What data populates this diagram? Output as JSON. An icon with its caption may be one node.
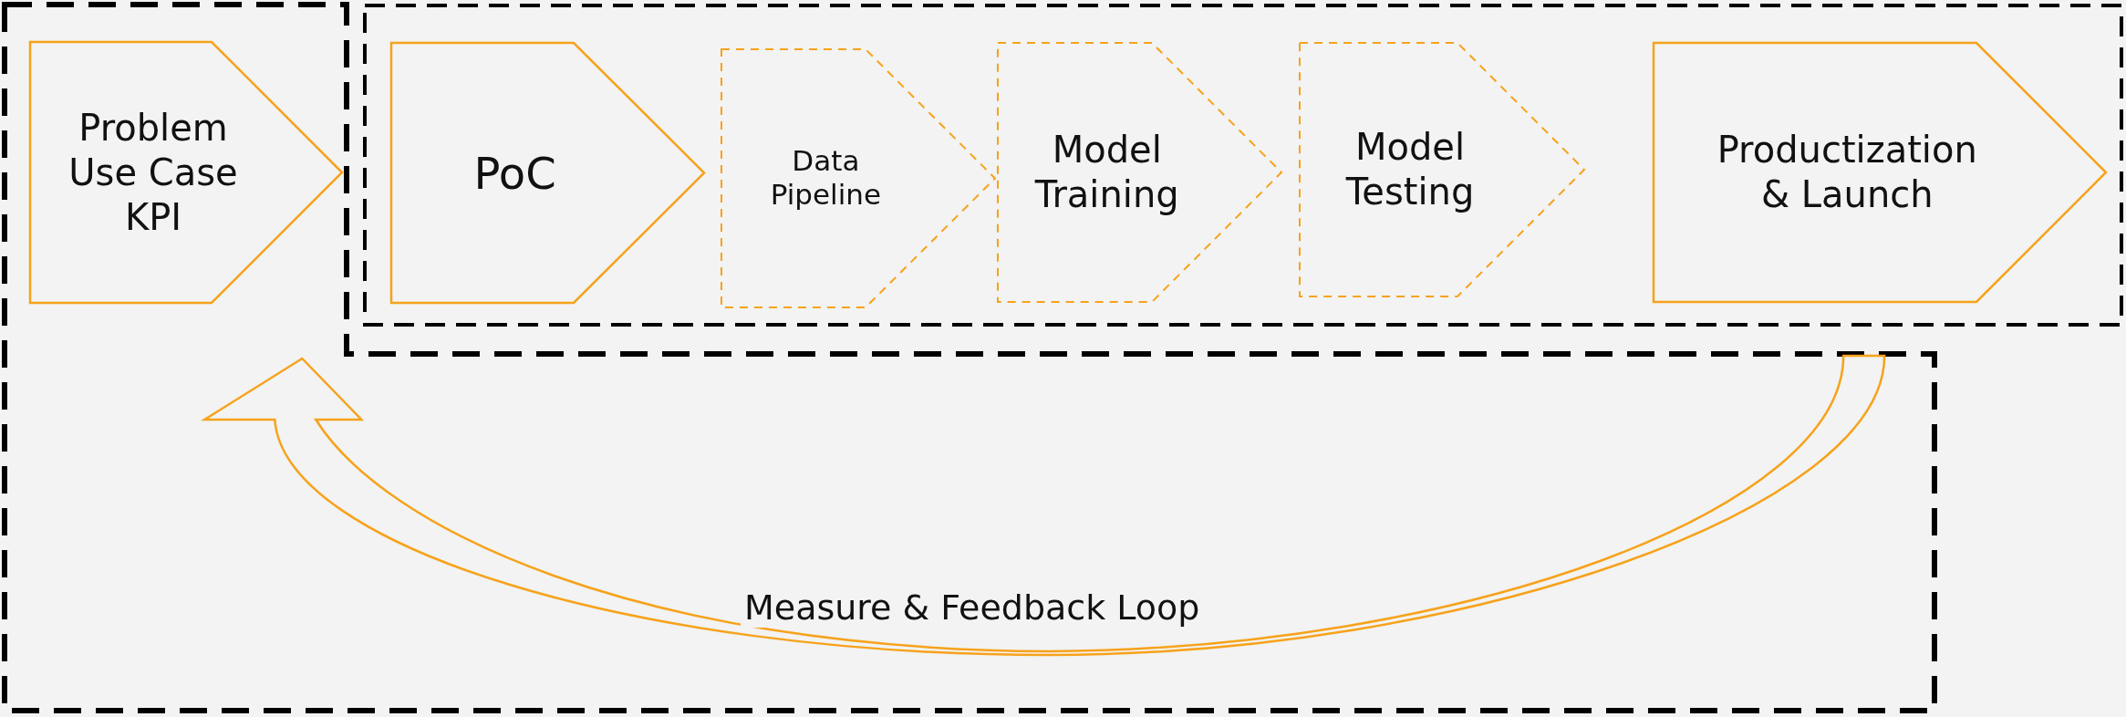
{
  "diagram": {
    "nodes": [
      {
        "text": [],
        "shape": "box"
      },
      {
        "text": [
          "Problem Use Case KPI"
        ],
        "in": 0
      },
      {
        "text": [],
        "shape": "box"
      },
      {
        "text": [
          "PoC"
        ],
        "in": 2
      },
      {
        "text": [
          "Data Pipeline"
        ],
        "in": 2
      },
      {
        "text": [
          "Model Training"
        ],
        "in": 2
      },
      {
        "text": [
          "Model Testing"
        ],
        "in": 2
      },
      {
        "text": [
          "Productization & Launch"
        ],
        "in": 2
      }
    ],
    "edges": [
      {
        "from": 7,
        "to": 1,
        "arrow": "to",
        "label": "Measure & Feedback Loop"
      }
    ]
  }
}
